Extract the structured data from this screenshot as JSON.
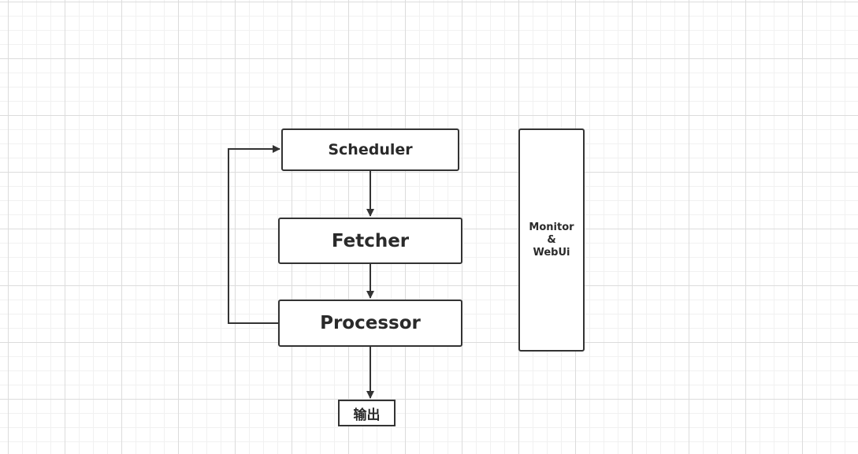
{
  "diagram": {
    "nodes": {
      "scheduler": "Scheduler",
      "fetcher": "Fetcher",
      "processor": "Processor",
      "output": "输出",
      "monitor": [
        "Monitor",
        "&",
        "WebUi"
      ]
    },
    "edges": [
      {
        "from": "scheduler",
        "to": "fetcher"
      },
      {
        "from": "fetcher",
        "to": "processor"
      },
      {
        "from": "processor",
        "to": "output"
      },
      {
        "from": "processor",
        "to": "scheduler"
      }
    ],
    "colors": {
      "line": "#333333",
      "text": "#2a2a2a",
      "grid": "#dcdcdc"
    }
  }
}
